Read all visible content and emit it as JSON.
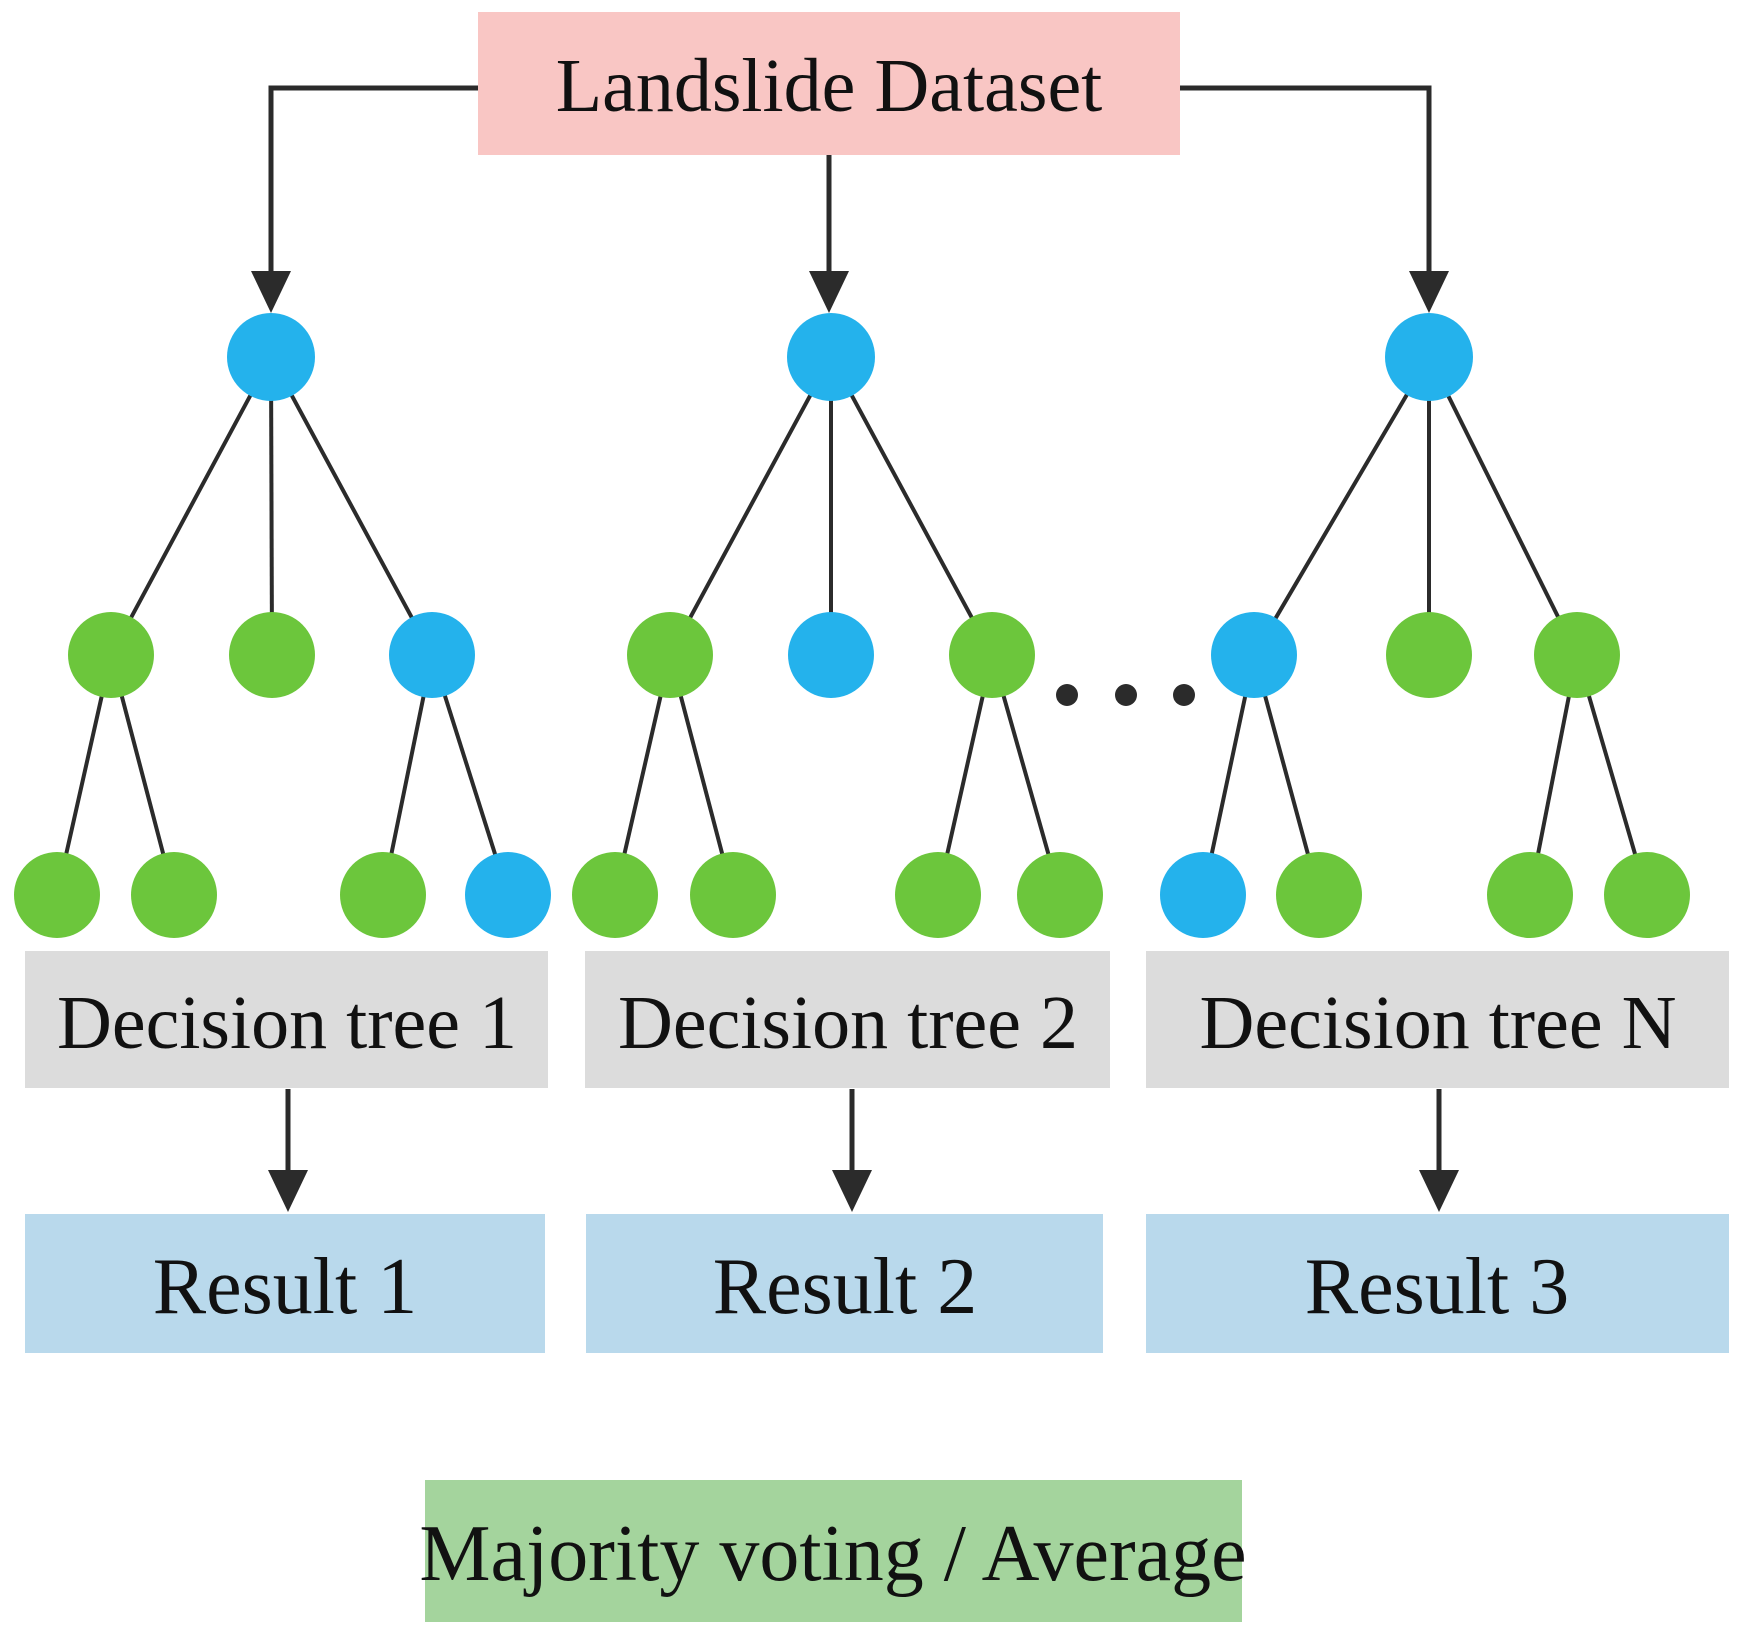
{
  "colors": {
    "node_blue": "#24b2ec",
    "node_green": "#6cc63c",
    "dataset_box": "#f9c6c4",
    "tree_box": "#dcdcdc",
    "result_box": "#b9d9ec",
    "voting_box": "#a4d49d",
    "line": "#2b2b2b"
  },
  "dataset": {
    "label": "Landslide Dataset"
  },
  "trees": [
    {
      "label": "Decision tree 1",
      "root": "blue",
      "level2": [
        "green",
        "green",
        "blue"
      ],
      "leaves": [
        "green",
        "green",
        "green",
        "blue"
      ]
    },
    {
      "label": "Decision tree 2",
      "root": "blue",
      "level2": [
        "green",
        "blue",
        "green"
      ],
      "leaves": [
        "green",
        "green",
        "green",
        "green"
      ]
    },
    {
      "label": "Decision tree N",
      "root": "blue",
      "level2": [
        "blue",
        "green",
        "green"
      ],
      "leaves": [
        "blue",
        "green",
        "green",
        "green"
      ]
    }
  ],
  "results": [
    {
      "label": "Result 1"
    },
    {
      "label": "Result 2"
    },
    {
      "label": "Result 3"
    }
  ],
  "voting": {
    "label": "Majority voting / Average"
  }
}
